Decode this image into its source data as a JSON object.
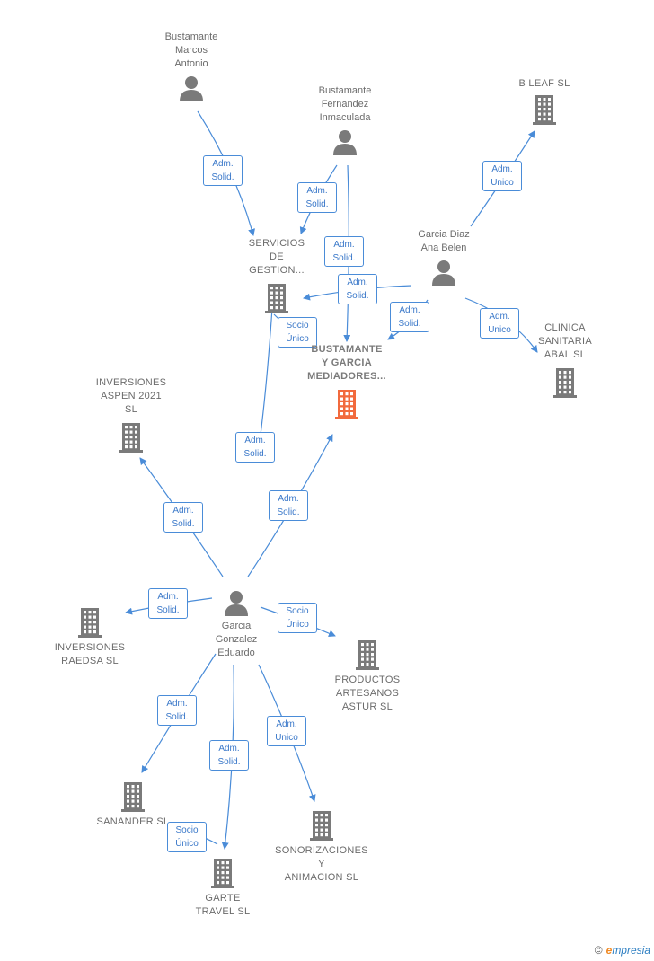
{
  "nodes": [
    {
      "id": "bma",
      "type": "person",
      "label": "Bustamante\nMarcos\nAntonio"
    },
    {
      "id": "bfi",
      "type": "person",
      "label": "Bustamante\nFernandez\nInmaculada"
    },
    {
      "id": "bleaf",
      "type": "company",
      "label": "B LEAF SL"
    },
    {
      "id": "gdab",
      "type": "person",
      "label": "Garcia Diaz\nAna Belen"
    },
    {
      "id": "serv",
      "type": "company",
      "label": "SERVICIOS\nDE\nGESTION..."
    },
    {
      "id": "main",
      "type": "company",
      "label": "BUSTAMANTE\nY GARCIA\nMEDIADORES...",
      "highlight": true
    },
    {
      "id": "clinica",
      "type": "company",
      "label": "CLINICA\nSANITARIA\nABAL  SL"
    },
    {
      "id": "aspen",
      "type": "company",
      "label": "INVERSIONES\nASPEN 2021\nSL"
    },
    {
      "id": "ggE",
      "type": "person",
      "label": "Garcia\nGonzalez\nEduardo"
    },
    {
      "id": "raedsa",
      "type": "company",
      "label": "INVERSIONES\nRAEDSA  SL"
    },
    {
      "id": "productos",
      "type": "company",
      "label": "PRODUCTOS\nARTESANOS\nASTUR  SL"
    },
    {
      "id": "sanander",
      "type": "company",
      "label": "SANANDER SL"
    },
    {
      "id": "sonor",
      "type": "company",
      "label": "SONORIZACIONES\nY\nANIMACION SL"
    },
    {
      "id": "garte",
      "type": "company",
      "label": "GARTE\nTRAVEL  SL"
    }
  ],
  "edges": [
    {
      "from": "bma",
      "to": "serv",
      "label": "Adm.\nSolid."
    },
    {
      "from": "bfi",
      "to": "serv",
      "label": "Adm.\nSolid."
    },
    {
      "from": "bfi",
      "to": "main",
      "label": "Adm.\nSolid."
    },
    {
      "from": "gdab",
      "to": "bleaf",
      "label": "Adm.\nUnico"
    },
    {
      "from": "gdab",
      "to": "serv",
      "label": "Adm.\nSolid."
    },
    {
      "from": "gdab",
      "to": "main",
      "label": "Adm.\nSolid."
    },
    {
      "from": "gdab",
      "to": "clinica",
      "label": "Adm.\nUnico"
    },
    {
      "from": "ggE",
      "to": "serv",
      "label": "Adm.\nSolid."
    },
    {
      "from": "ggE",
      "to": "main",
      "label": "Adm.\nSolid."
    },
    {
      "from": "ggE",
      "to": "aspen",
      "label": "Adm.\nSolid."
    },
    {
      "from": "ggE",
      "to": "raedsa",
      "label": "Adm.\nSolid."
    },
    {
      "from": "ggE",
      "to": "productos",
      "label": "Socio\nÚnico"
    },
    {
      "from": "ggE",
      "to": "sanander",
      "label": "Adm.\nSolid."
    },
    {
      "from": "ggE",
      "to": "garte",
      "label": "Adm.\nSolid."
    },
    {
      "from": "ggE",
      "to": "sonor",
      "label": "Adm.\nUnico"
    },
    {
      "from": "ggE",
      "to": "garte",
      "label": "Socio\nÚnico"
    },
    {
      "from": "ggE",
      "to": "serv",
      "label": "Socio\nÚnico"
    }
  ],
  "colors": {
    "edge": "#4a8cd8",
    "icon": "#7a7a7a",
    "highlight": "#f26a3d"
  },
  "brand": {
    "copyright": "©",
    "name_e": "e",
    "name_rest": "mpresia"
  }
}
